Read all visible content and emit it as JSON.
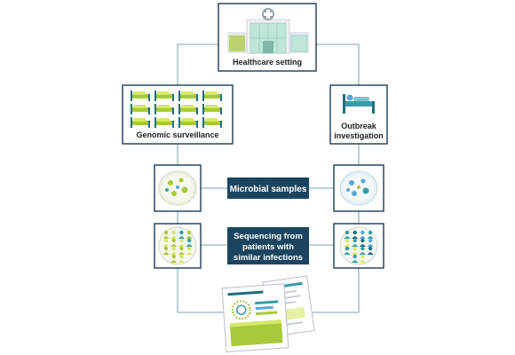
{
  "nodes": {
    "hospital": {
      "label": "Healthcare setting"
    },
    "genomic": {
      "label": "Genomic surveillance"
    },
    "outbreak": {
      "label_line1": "Outbreak",
      "label_line2": "investigation"
    },
    "microbial": {
      "label": "Microbial samples"
    },
    "sequencing": {
      "line1": "Sequencing from",
      "line2": "patients with",
      "line3": "similar infections"
    }
  },
  "colors": {
    "connector": "#a8c4c8",
    "box_border": "#1e3a52",
    "label_fill": "#1b4460",
    "label_text": "#ffffff",
    "green_light": "#d6e86a",
    "green": "#a9c93a",
    "teal": "#3a9aa8",
    "teal_dark": "#1f6f7e",
    "blue": "#5aa6d6",
    "hospital_glass": "#bfe6d8",
    "hospital_wall": "#e3e7ea",
    "hospital_roof": "#9aa4ab"
  },
  "icons": {
    "hospital": "hospital-icon",
    "beds": "hospital-beds-icon",
    "single_bed": "patient-bed-icon",
    "petri_green": "petri-dish-green-icon",
    "petri_blue": "petri-dish-blue-icon",
    "people_green": "people-grid-green-icon",
    "people_teal": "people-grid-teal-icon",
    "report": "report-documents-icon"
  }
}
